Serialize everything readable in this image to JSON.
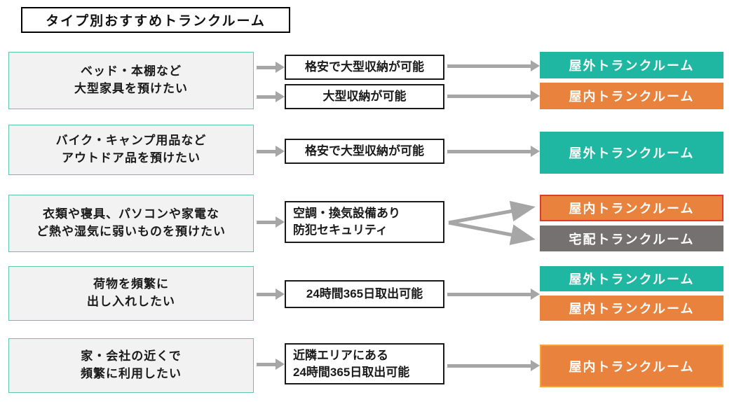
{
  "title": "タイプ別おすすめトランクルーム",
  "colors": {
    "teal": "#20b7a2",
    "orange": "#e8823c",
    "gray": "#767171",
    "red_border": "#e03c2a",
    "gold_border": "#f2a33c",
    "arrow": "#a6a6a6",
    "need_bg": "#f2f2f2",
    "need_border": "#5fc4b2",
    "box_border": "#1a1a1a"
  },
  "rows": [
    {
      "need": [
        "ベッド・本棚など",
        "大型家具を預けたい"
      ],
      "features": [
        {
          "text": "格安で大型収納が可能"
        },
        {
          "text": "大型収納が可能"
        }
      ],
      "recommendations": [
        {
          "label": "屋外トランクルーム",
          "color": "teal"
        },
        {
          "label": "屋内トランクルーム",
          "color": "orange"
        }
      ]
    },
    {
      "need": [
        "バイク・キャンプ用品など",
        "アウトドア品を預けたい"
      ],
      "features": [
        {
          "text": "格安で大型収納が可能"
        }
      ],
      "recommendations": [
        {
          "label": "屋外トランクルーム",
          "color": "teal"
        }
      ]
    },
    {
      "need": [
        "衣類や寝具、パソコンや家電な",
        "ど熱や湿気に弱いものを預けたい"
      ],
      "features": [
        {
          "lines": [
            "空調・換気設備あり",
            "防犯セキュリティ"
          ]
        }
      ],
      "recommendations": [
        {
          "label": "屋内トランクルーム",
          "color": "orange",
          "highlight": "red-border"
        },
        {
          "label": "宅配トランクルーム",
          "color": "gray"
        }
      ]
    },
    {
      "need": [
        "荷物を頻繁に",
        "出し入れしたい"
      ],
      "features": [
        {
          "text": "24時間365日取出可能"
        }
      ],
      "recommendations": [
        {
          "label": "屋外トランクルーム",
          "color": "teal"
        },
        {
          "label": "屋内トランクルーム",
          "color": "orange"
        }
      ]
    },
    {
      "need": [
        "家・会社の近くで",
        "頻繁に利用したい"
      ],
      "features": [
        {
          "lines": [
            "近隣エリアにある",
            "24時間365日取出可能"
          ]
        }
      ],
      "recommendations": [
        {
          "label": "屋内トランクルーム",
          "color": "orange",
          "highlight": "gold-border"
        }
      ]
    }
  ]
}
